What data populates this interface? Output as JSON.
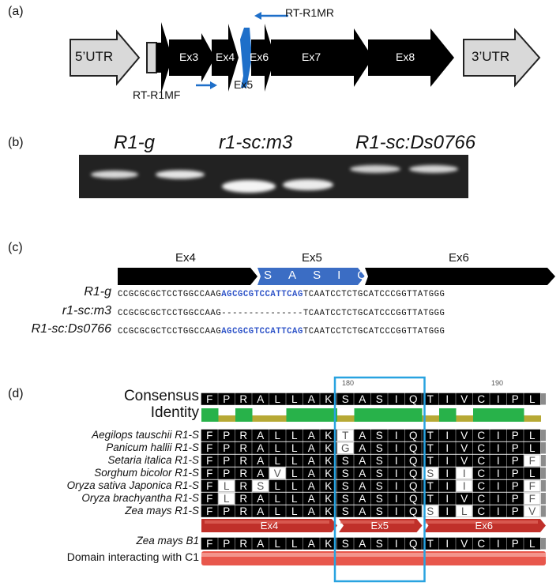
{
  "panel_a": {
    "label": "(a)",
    "utr5": "5’UTR",
    "utr3": "3’UTR",
    "exons": [
      "Ex3",
      "Ex4",
      "Ex5",
      "Ex6",
      "Ex7",
      "Ex8"
    ],
    "primer_rev": "RT-R1MR",
    "primer_fwd": "RT-R1MF",
    "accent_color": "#1e6fc9"
  },
  "panel_b": {
    "label": "(b)",
    "lanes": [
      "R1-g",
      "r1-sc:m3",
      "R1-sc:Ds0766"
    ]
  },
  "panel_c": {
    "label": "(c)",
    "exons": [
      "Ex4",
      "Ex5",
      "Ex6"
    ],
    "aa": [
      "S",
      "A",
      "S",
      "I",
      "Q"
    ],
    "rows": [
      {
        "name": "R1-g",
        "pre": "CCGCGCGCTCCTGGCCAAG",
        "mid": "AGCGCGTCCATTCAG",
        "post": "TCAATCCTCTGCATCCCGGTTATGGG"
      },
      {
        "name": "r1-sc:m3",
        "pre": "CCGCGCGCTCCTGGCCAAG",
        "mid": "---------------",
        "post": "TCAATCCTCTGCATCCCGGTTATGGG"
      },
      {
        "name": "R1-sc:Ds0766",
        "pre": "CCGCGCGCTCCTGGCCAAG",
        "mid": "AGCGCGTCCATTCAG",
        "post": "TCAATCCTCTGCATCCCGGTTATGGG"
      }
    ]
  },
  "panel_d": {
    "label": "(d)",
    "consensus_label": "Consensus",
    "identity_label": "Identity",
    "pos_180": "180",
    "pos_190": "190",
    "consensus": "FPRALLAKSASIQTIVCIPL",
    "species": [
      {
        "name": "Aegilops tauschii R1-S",
        "seq": "FPRALLAKTASIQTIVCIPL"
      },
      {
        "name": "Panicum hallii R1-S",
        "seq": "FPRALLAKGASIQTIVCIPL"
      },
      {
        "name": "Setaria italica R1-S",
        "seq": "FPRALLAKSASIQTIVCIPF"
      },
      {
        "name": "Sorghum bicolor R1-S",
        "seq": "FPRAVLAKSASIQSIICIPL"
      },
      {
        "name": "Oryza sativa Japonica R1-S",
        "seq": "FLRSLLAKSASIQTIICIPF"
      },
      {
        "name": "Oryza brachyantha R1-S",
        "seq": "FLRALLAKSASIQTIVCIPF"
      },
      {
        "name": "Zea mays R1-S",
        "seq": "FPRALLAKSASIQSILCIPV"
      }
    ],
    "exon_labels": [
      "Ex4",
      "Ex5",
      "Ex6"
    ],
    "b1_name": "Zea mays B1",
    "b1_seq": "FPRALLAKSASIQTIVCIPL",
    "domain_label": "Domain interacting with C1",
    "box_color": "#29a3e0"
  }
}
